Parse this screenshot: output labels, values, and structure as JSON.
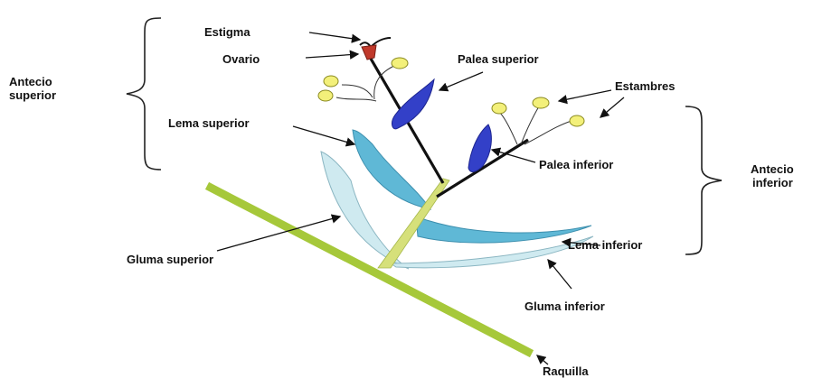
{
  "labels": {
    "estigma": "Estigma",
    "ovario": "Ovario",
    "palea_superior": "Palea superior",
    "estambres": "Estambres",
    "antecio_superior_1": "Antecio",
    "antecio_superior_2": "superior",
    "lema_superior": "Lema superior",
    "palea_inferior": "Palea inferior",
    "antecio_inferior_1": "Antecio",
    "antecio_inferior_2": "inferior",
    "lema_inferior": "Lema inferior",
    "gluma_superior": "Gluma superior",
    "gluma_inferior": "Gluma inferior",
    "raquilla": "Raquilla"
  },
  "colors": {
    "raquilla": "#a6c83a",
    "axis": "#d6e07a",
    "gluma": "#cfeaf0",
    "lema": "#5fb8d6",
    "palea": "#3340c8",
    "ovario": "#c0392b",
    "estambre": "#f3f07a",
    "stem": "#111111"
  }
}
